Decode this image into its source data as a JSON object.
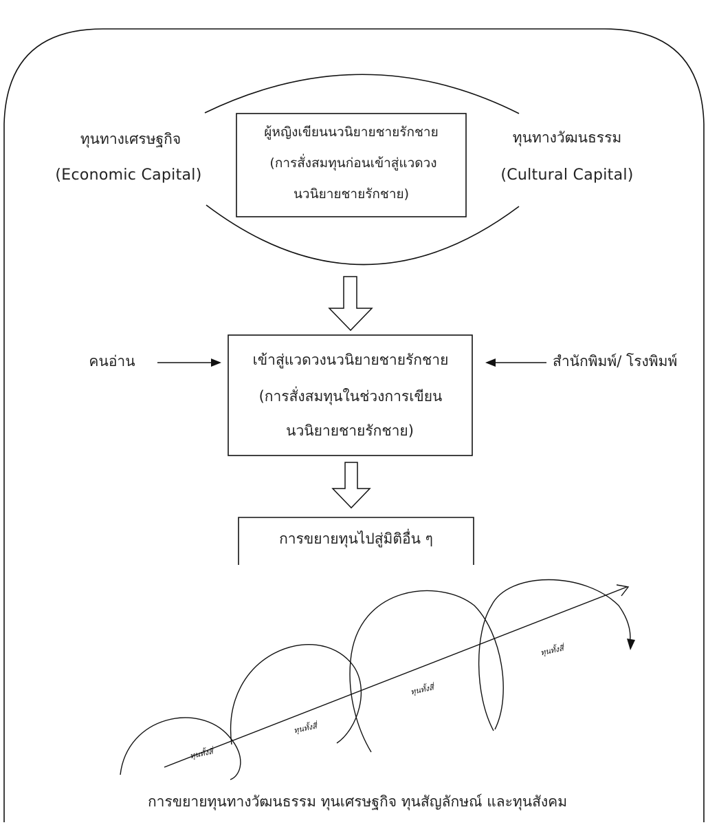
{
  "left_capital": {
    "thai": "ทุนทางเศรษฐกิจ",
    "english": "(Economic Capital)"
  },
  "right_capital": {
    "thai": "ทุนทางวัฒนธรรม",
    "english": "(Cultural Capital)"
  },
  "top_box": {
    "line1": "ผู้หญิงเขียนนวนิยายชายรักชาย",
    "line2": "(การสั่งสมทุนก่อนเข้าสู่แวดวง",
    "line3": "นวนิยายชายรักชาย)"
  },
  "middle_box": {
    "line1": "เข้าสู่แวดวงนวนิยายชายรักชาย",
    "line2": "(การสั่งสมทุนในช่วงการเขียน",
    "line3": "นวนิยายชายรักชาย)"
  },
  "left_input": "คนอ่าน",
  "right_input": "สำนักพิมพ์/ โรงพิมพ์",
  "bottom_box": "การขยายทุนไปสู่มิติอื่น ๆ",
  "spiral_labels": [
    "ทุนทั้งสี่",
    "ทุนทั้งสี่",
    "ทุนทั้งสี่",
    "ทุนทั้งสี่"
  ],
  "caption": "การขยายทุนทางวัฒนธรรม ทุนเศรษฐกิจ ทุนสัญลักษณ์ และทุนสังคม"
}
